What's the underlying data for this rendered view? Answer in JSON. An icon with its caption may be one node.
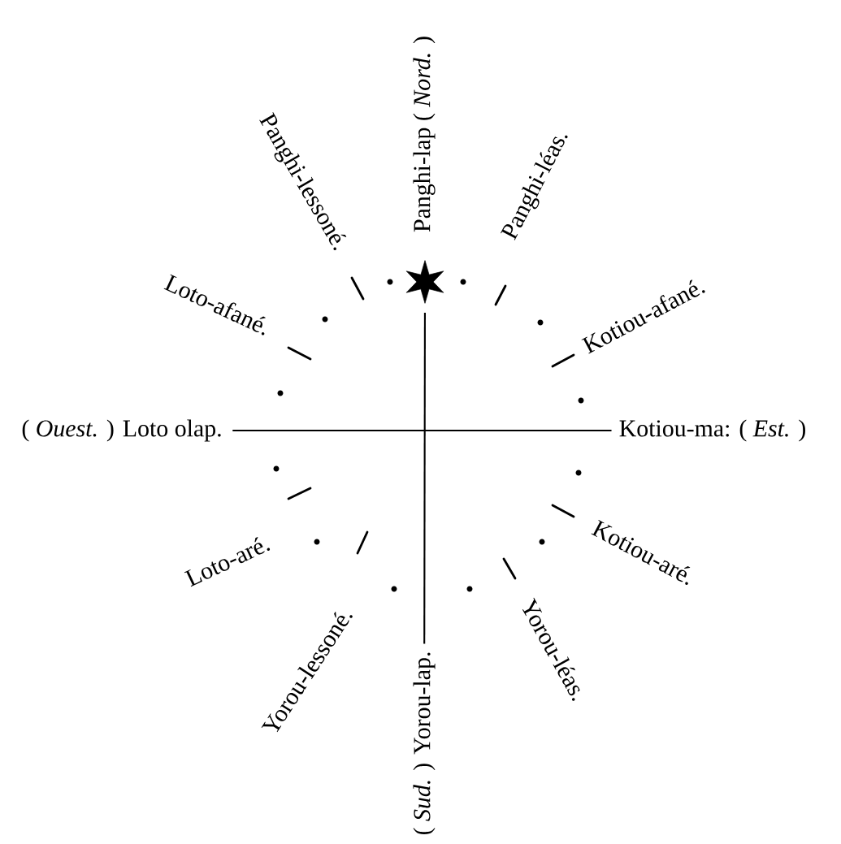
{
  "diagram": {
    "nodes": [
      {
        "text": [
          "Panghi-lap ( *Nord.* )"
        ]
      },
      {
        "text": [
          "Panghi-lessoné."
        ]
      },
      {
        "text": [
          "Panghi-léas."
        ]
      },
      {
        "text": [],
        "shape": "star"
      },
      {
        "text": [
          "Loto-afané."
        ]
      },
      {
        "text": [
          "Kotiou-afané."
        ]
      },
      {
        "text": [
          "( *Ouest.* ) Loto olap."
        ]
      },
      {
        "text": [
          "Kotiou-ma: ( *Est.* )"
        ]
      },
      {
        "text": [
          "Loto-aré."
        ]
      },
      {
        "text": [
          "Kotiou-aré."
        ]
      },
      {
        "text": [
          "Yorou-lessoné."
        ]
      },
      {
        "text": [
          "( *Sud.* ) Yorou-lap."
        ]
      },
      {
        "text": [
          "Yorou-léas."
        ]
      }
    ],
    "edges": [
      {
        "from": 3,
        "to": 11,
        "arrow": "none"
      },
      {
        "from": 6,
        "to": 7,
        "arrow": "none"
      }
    ]
  }
}
